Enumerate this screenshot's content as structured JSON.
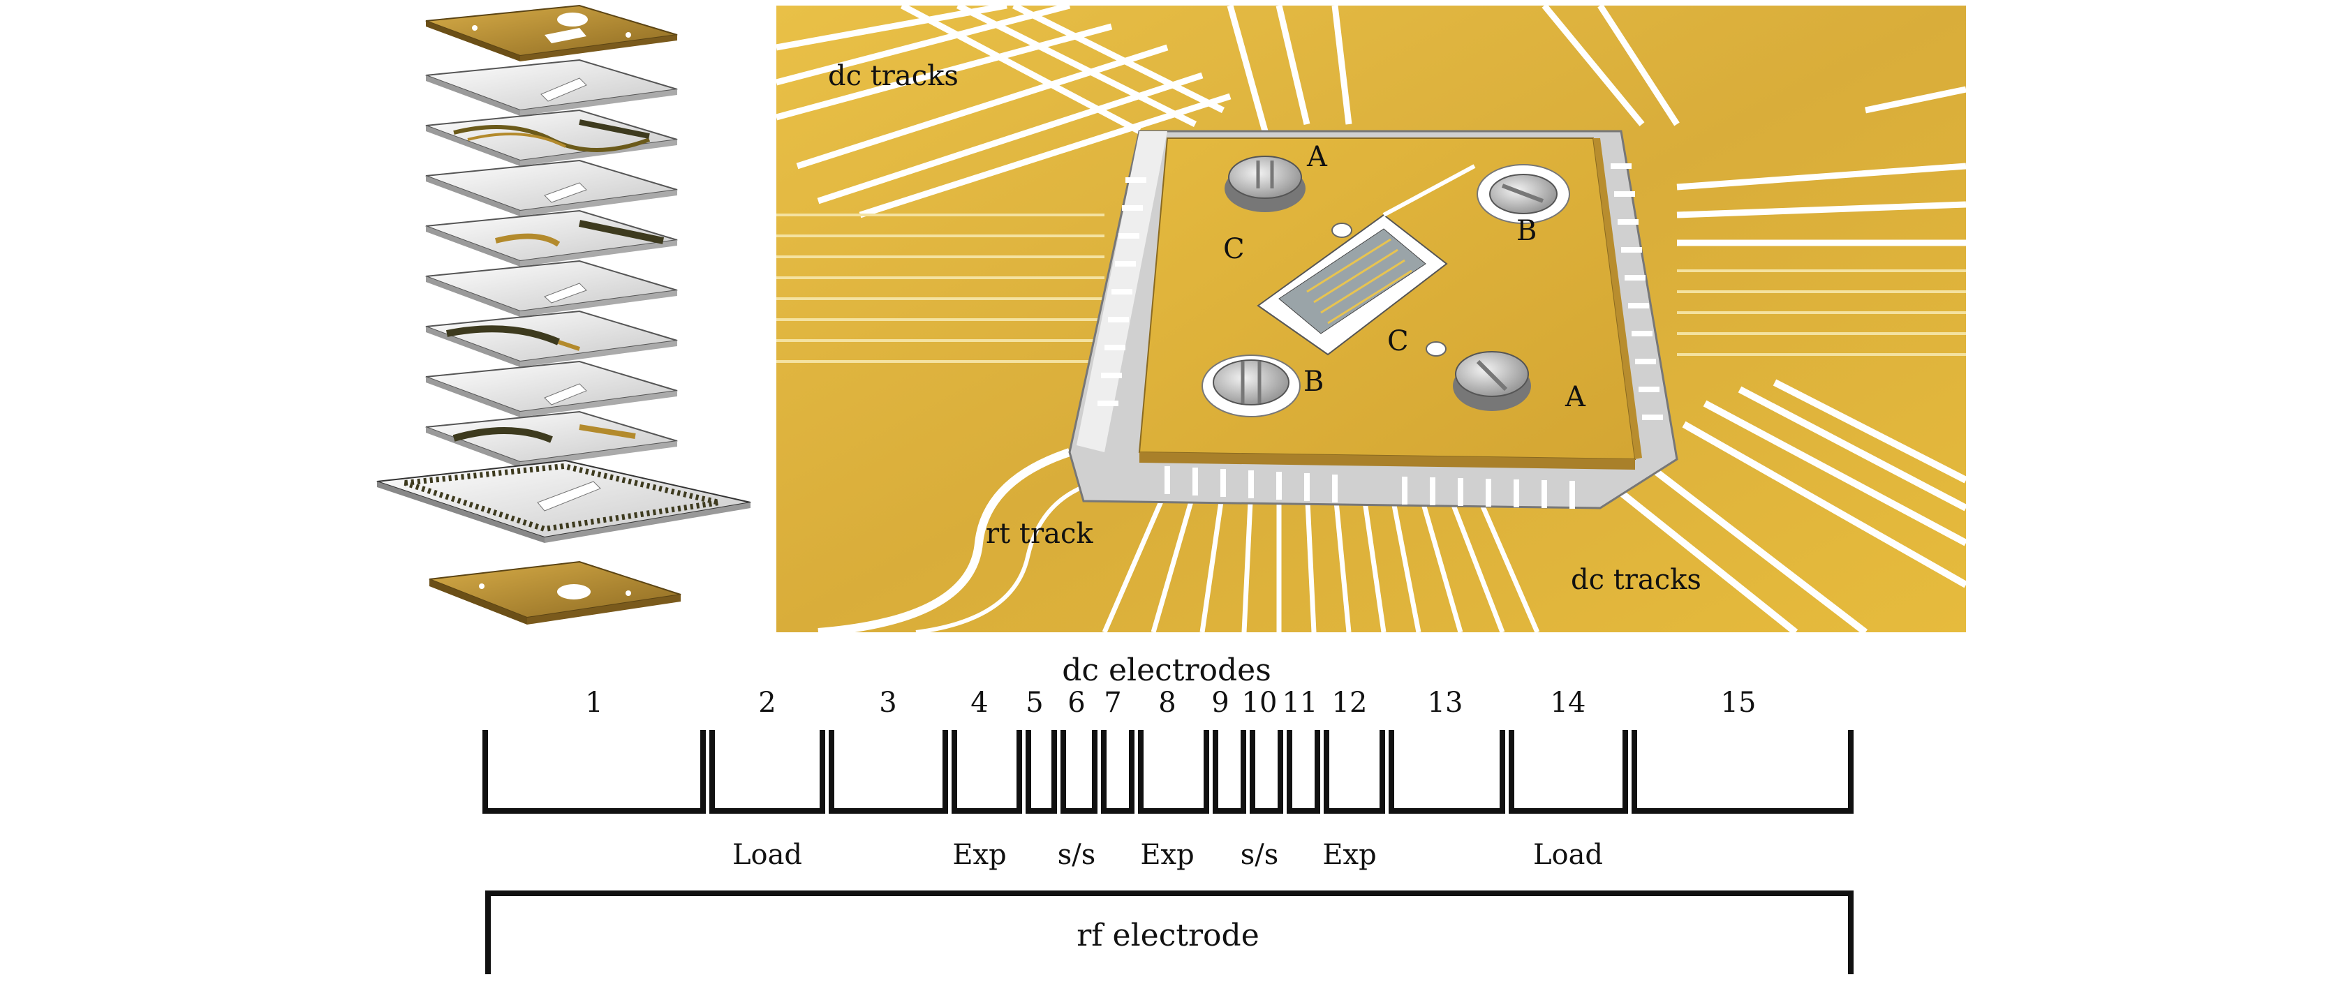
{
  "photo_labels": {
    "dc_tracks_top": "dc tracks",
    "dc_tracks_bottom": "dc tracks",
    "rt_track": "rt track",
    "screw_a1": "A",
    "screw_a2": "A",
    "screw_b1": "B",
    "screw_b2": "B",
    "hole_c1": "C",
    "hole_c2": "C"
  },
  "schematic": {
    "title": "dc electrodes",
    "electrodes": [
      "1",
      "2",
      "3",
      "4",
      "5",
      "6",
      "7",
      "8",
      "9",
      "10",
      "11",
      "12",
      "13",
      "14",
      "15"
    ],
    "zones": [
      {
        "label": "Load"
      },
      {
        "label": "Exp"
      },
      {
        "label": "s/s"
      },
      {
        "label": "Exp"
      },
      {
        "label": "s/s"
      },
      {
        "label": "Exp"
      },
      {
        "label": "Load"
      }
    ],
    "rf_label": "rf electrode"
  },
  "colors": {
    "gold": "#e1b43a",
    "gold_dark": "#a9802a",
    "track_white": "#ffffff",
    "line": "#111111"
  }
}
